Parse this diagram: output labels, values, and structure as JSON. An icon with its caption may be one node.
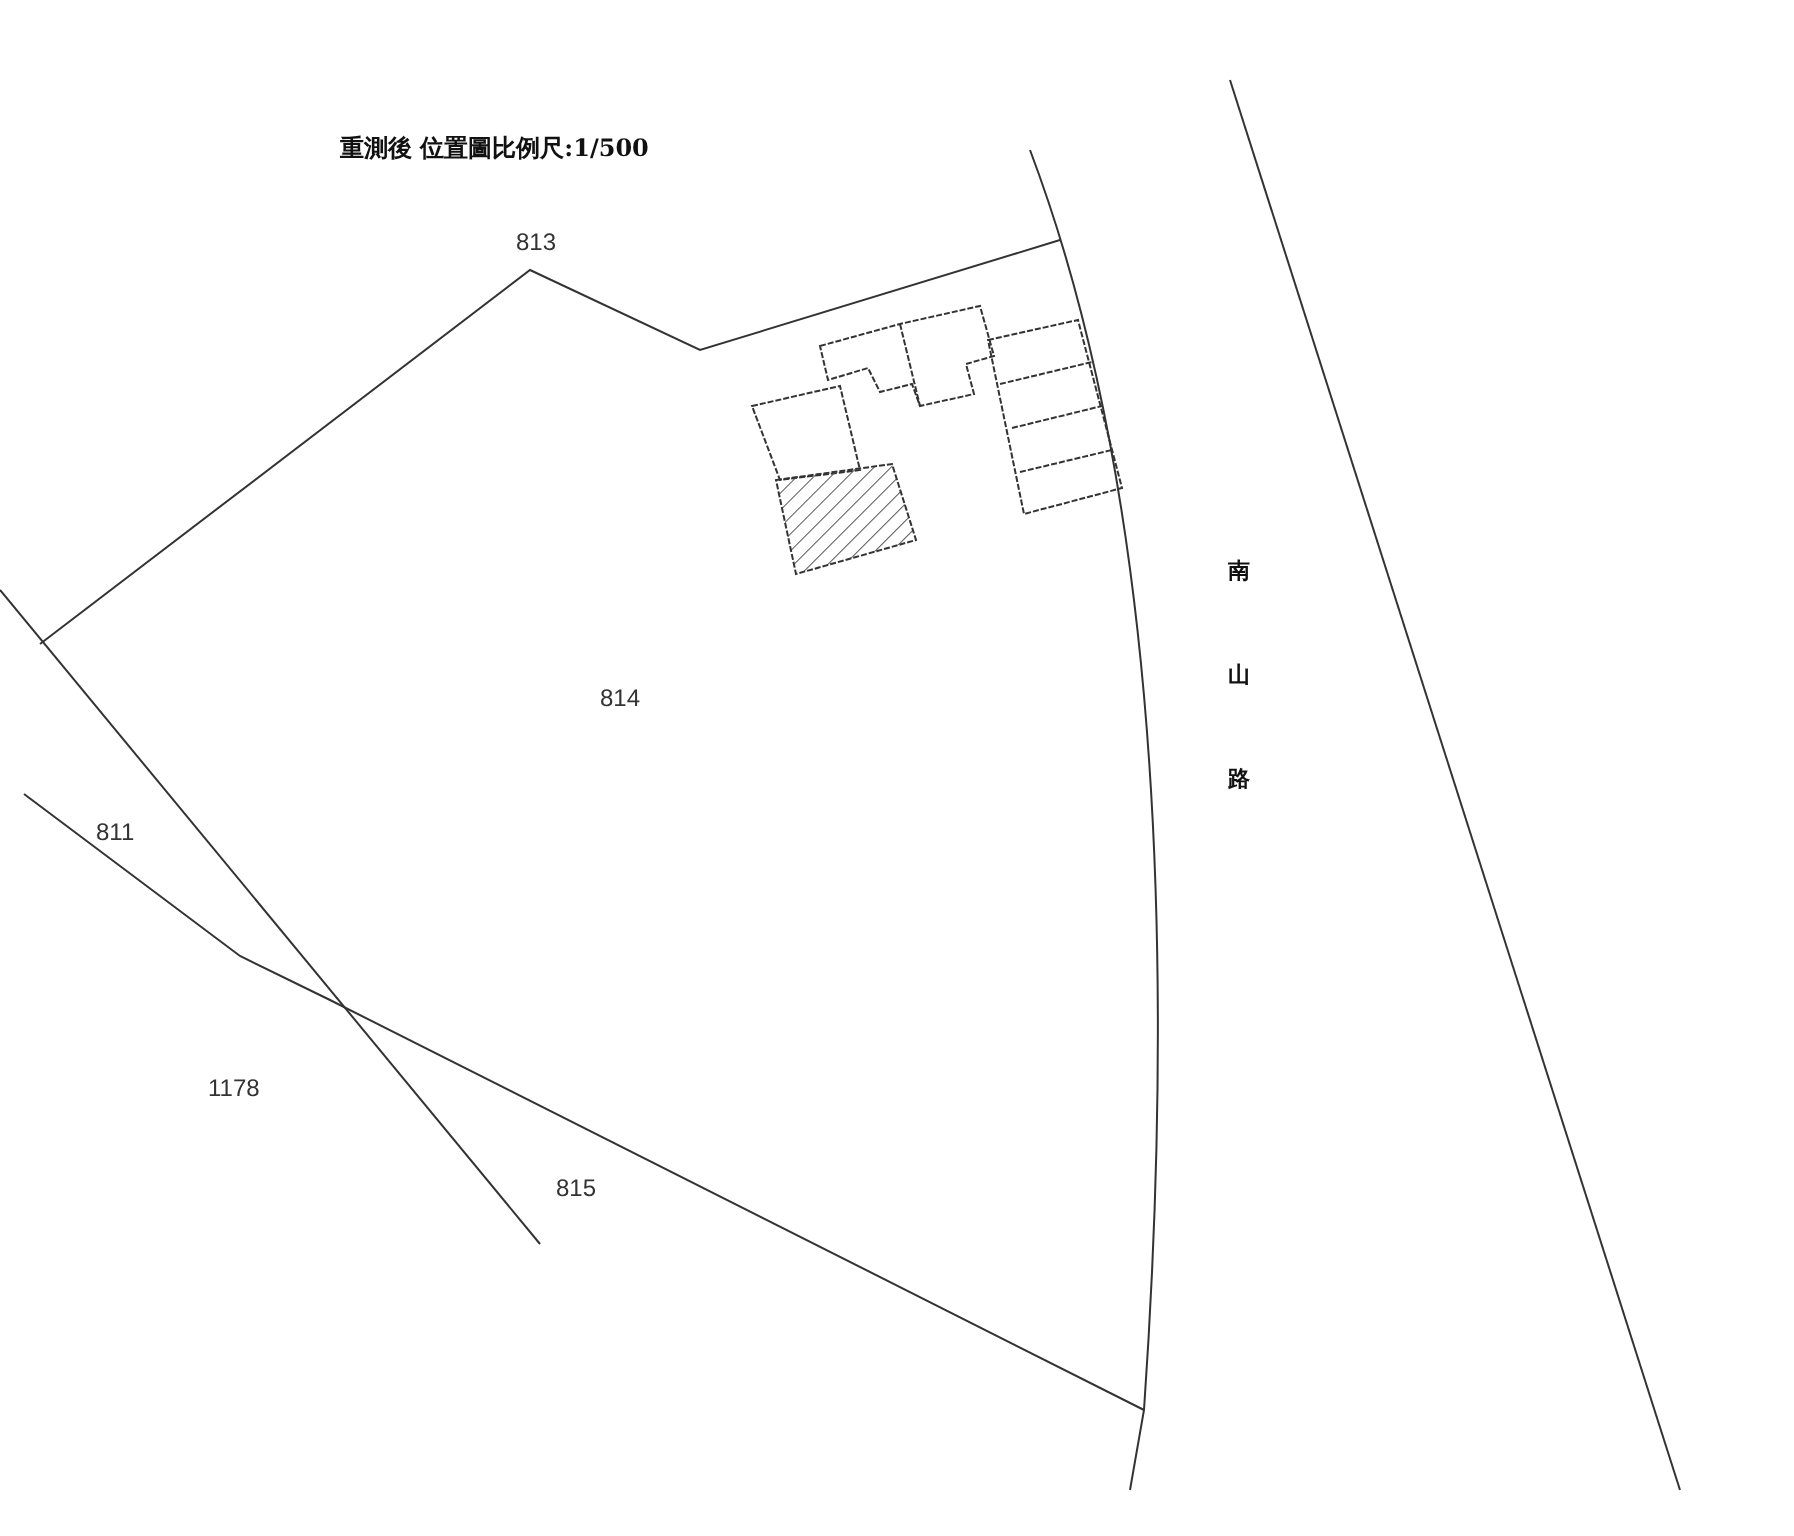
{
  "diagram": {
    "title": "重測後 位置圖比例尺:1/500",
    "labels": [
      "813",
      "814",
      "811",
      "1178",
      "815",
      "南山路"
    ]
  }
}
